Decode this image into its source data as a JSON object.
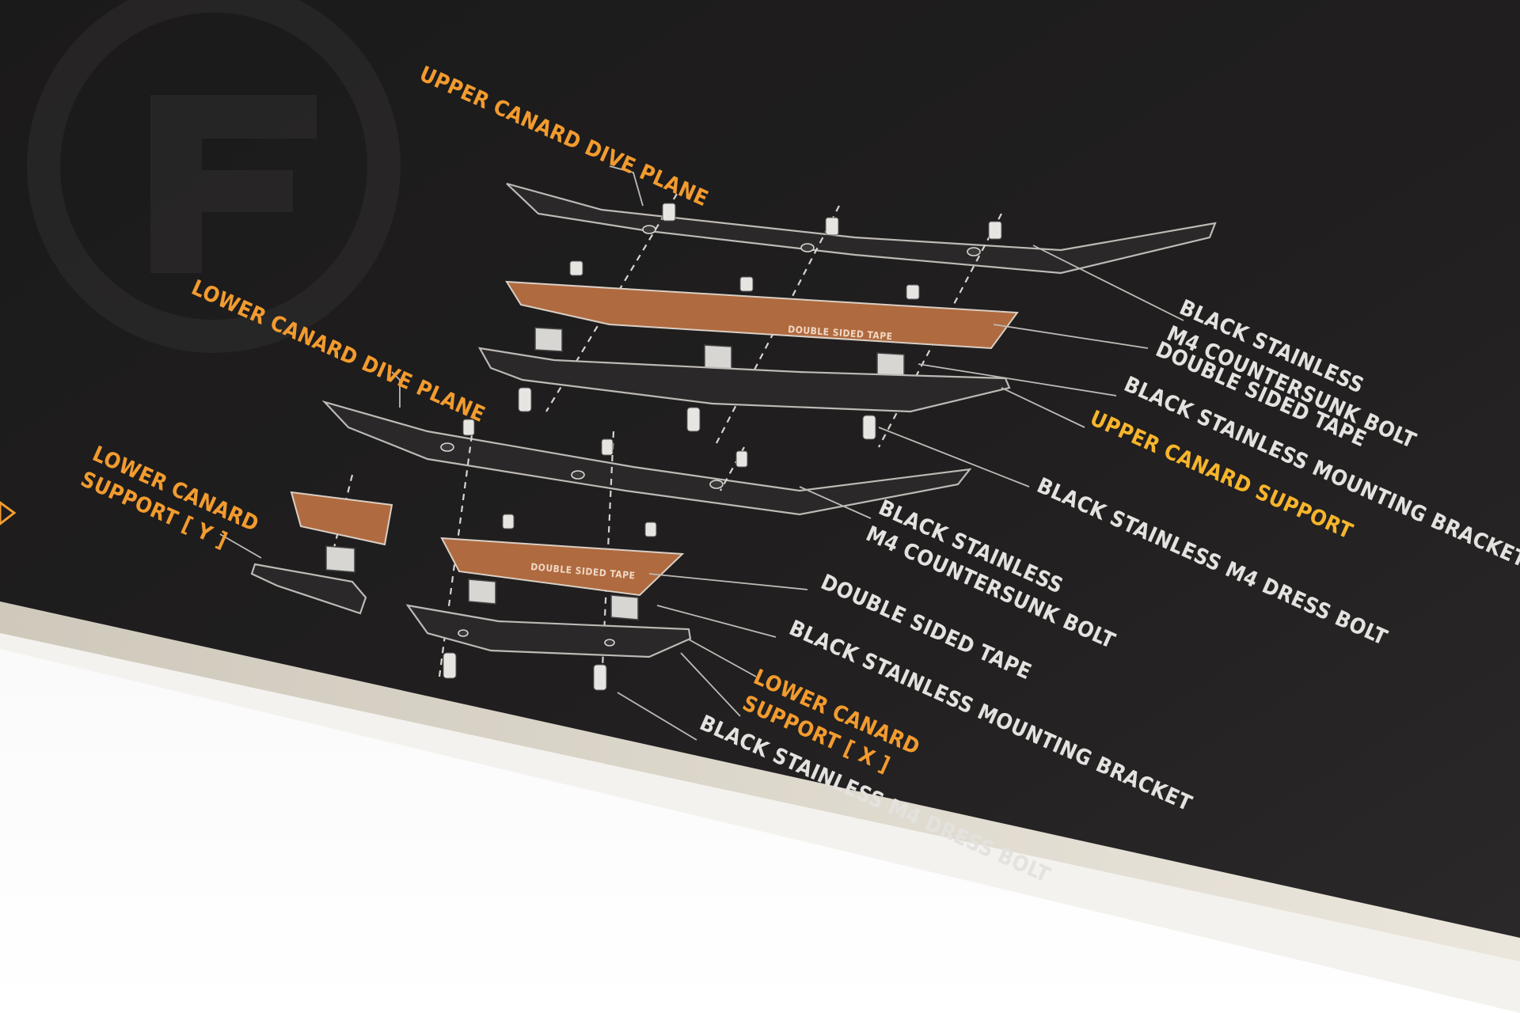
{
  "labels": {
    "upper_canard_dive_plane": "UPPER CANARD DIVE PLANE",
    "lower_canard_dive_plane": "LOWER CANARD DIVE PLANE",
    "lower_canard_support_y_line1": "LOWER CANARD",
    "lower_canard_support_y_line2": "SUPPORT [ Y ]",
    "upper_bolt_line1": "BLACK STAINLESS",
    "upper_bolt_line2": "M4 COUNTERSUNK BOLT",
    "upper_tape": "DOUBLE SIDED TAPE",
    "upper_bracket": "BLACK STAINLESS MOUNTING BRACKET",
    "upper_canard_support": "UPPER CANARD SUPPORT",
    "upper_dress_bolt": "BLACK STAINLESS M4 DRESS BOLT",
    "lower_bolt_line1": "BLACK STAINLESS",
    "lower_bolt_line2": "M4 COUNTERSUNK BOLT",
    "lower_tape": "DOUBLE SIDED TAPE",
    "lower_bracket": "BLACK STAINLESS MOUNTING BRACKET",
    "lower_canard_support_x_line1": "LOWER CANARD",
    "lower_canard_support_x_line2": "SUPPORT [ X ]",
    "lower_dress_bolt": "BLACK STAINLESS M4 DRESS BOLT",
    "tape_print_upper": "DOUBLE SIDED TAPE",
    "tape_print_lower": "DOUBLE SIDED TAPE"
  },
  "colors": {
    "box_black": "#1e1d1d",
    "accent_orange": "#f29b2f",
    "accent_yellow": "#f6b52c",
    "tape_copper": "#b06a3f",
    "label_white": "#e4e2df",
    "background": "#ffffff",
    "cardboard_edge": "#d9d4c9"
  }
}
